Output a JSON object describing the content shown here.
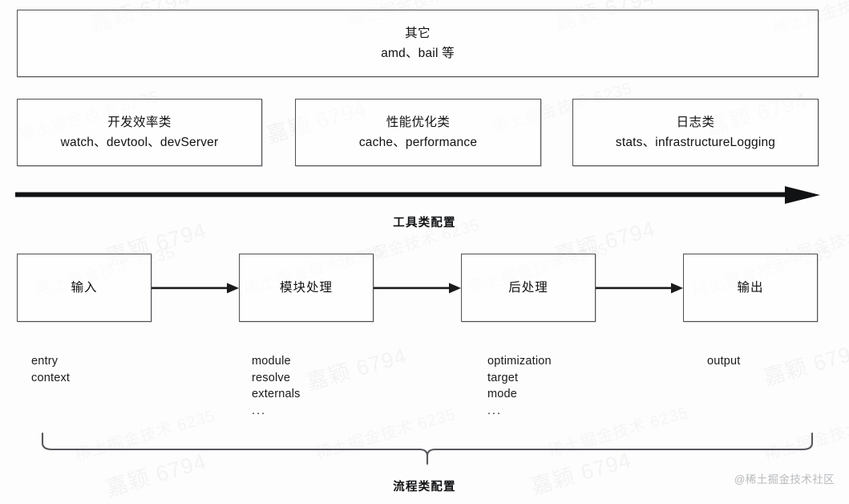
{
  "watermark": {
    "text": "嘉颖 6794",
    "alt_text": "稀土掘金技术 6235"
  },
  "credit": "@稀土掘金技术社区",
  "tool_section": {
    "other_box": {
      "title": "其它",
      "items": "amd、bail 等"
    },
    "category_boxes": [
      {
        "title": "开发效率类",
        "items": "watch、devtool、devServer"
      },
      {
        "title": "性能优化类",
        "items": "cache、performance"
      },
      {
        "title": "日志类",
        "items": "stats、infrastructureLogging"
      }
    ],
    "arrow_label": "工具类配置"
  },
  "flow_section": {
    "stages": [
      {
        "title": "输入",
        "options": [
          "entry",
          "context"
        ]
      },
      {
        "title": "模块处理",
        "options": [
          "module",
          "resolve",
          "externals",
          "..."
        ]
      },
      {
        "title": "后处理",
        "options": [
          "optimization",
          "target",
          "mode",
          "..."
        ]
      },
      {
        "title": "输出",
        "options": [
          "output"
        ]
      }
    ],
    "brace_label": "流程类配置"
  },
  "colors": {
    "border": "#4f5155",
    "text": "#111214",
    "arrow": "#111214",
    "brace": "#56585c",
    "credit": "#b9bbbe"
  }
}
